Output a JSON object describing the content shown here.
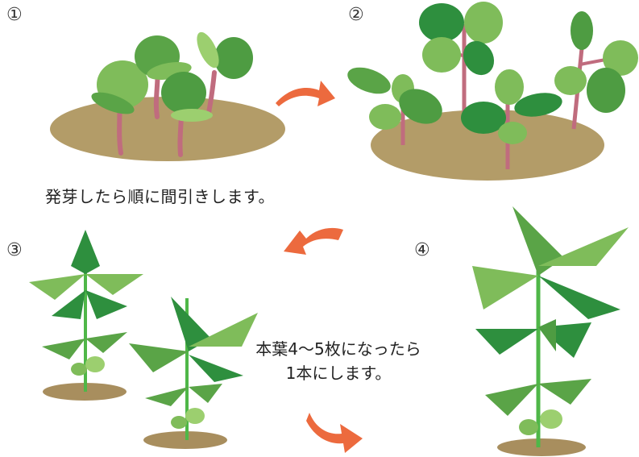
{
  "steps": [
    {
      "number": "①"
    },
    {
      "number": "②"
    },
    {
      "number": "③"
    },
    {
      "number": "④"
    }
  ],
  "captions": {
    "thinning": "発芽したら順に間引きします。",
    "single_line1": "本葉4〜5枚になったら",
    "single_line2": "1本にします。"
  },
  "colors": {
    "soil": "#b39c68",
    "stem": "#c06c7e",
    "stem_green": "#4fb748",
    "leaf_light": "#7fbc5a",
    "leaf_mid": "#5aa447",
    "leaf_dark": "#2e8f3e",
    "arrow": "#ec6a3e"
  }
}
